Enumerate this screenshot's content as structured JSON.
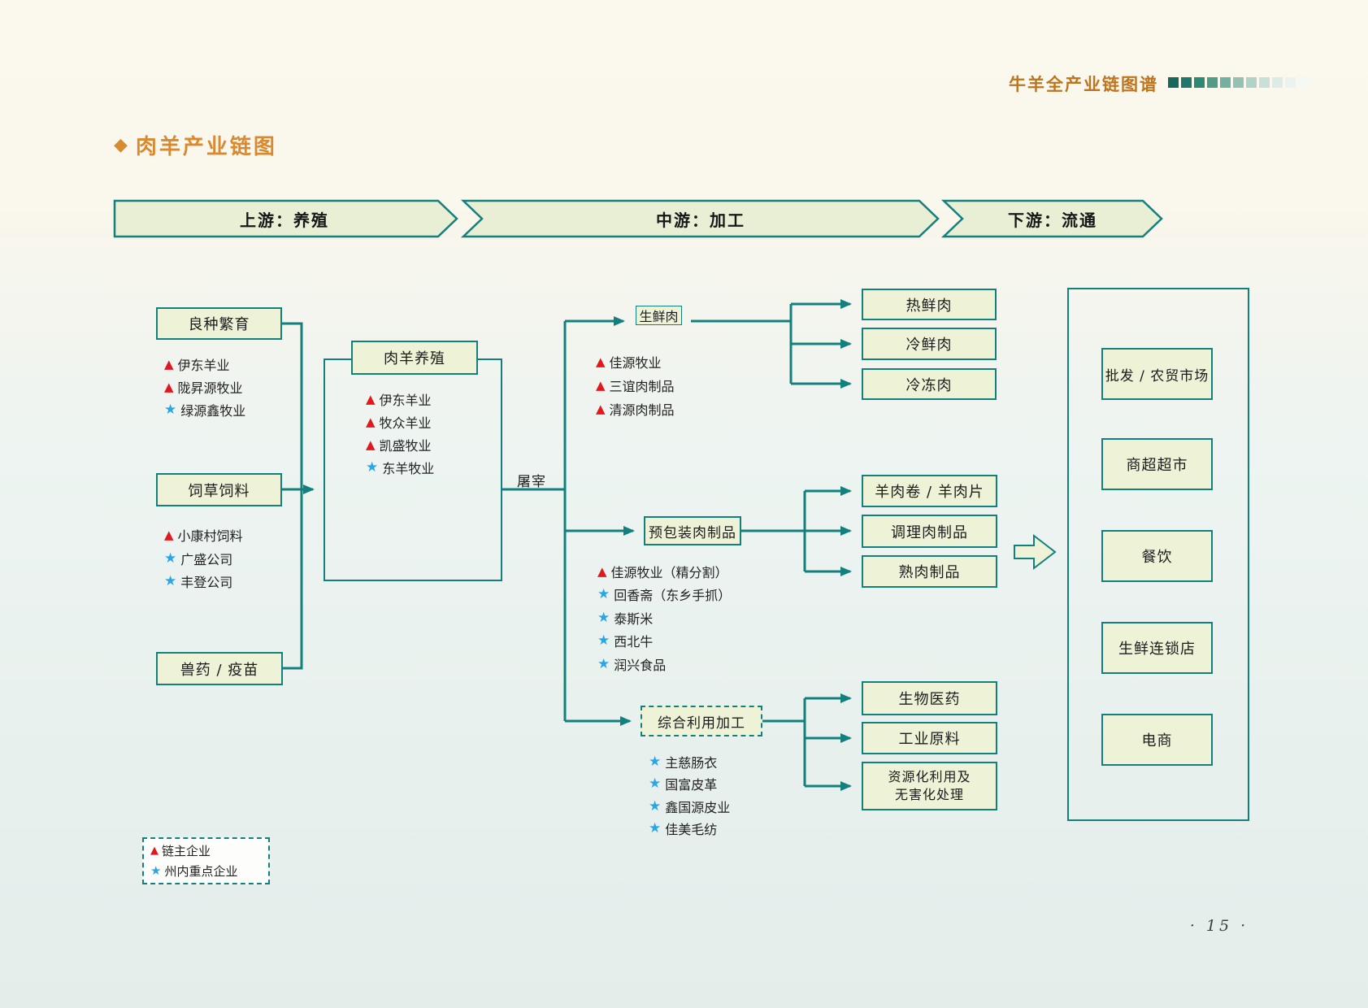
{
  "header": {
    "badge_title": "牛羊全产业链图谱"
  },
  "title": {
    "bullet": "◆",
    "text": "肉羊产业链图"
  },
  "markers": {
    "triangle": "▲",
    "star": "★"
  },
  "banners": [
    {
      "label": "上游：养殖"
    },
    {
      "label": "中游：加工"
    },
    {
      "label": "下游：流通"
    }
  ],
  "upstream": {
    "breeding_box": "良种繁育",
    "breeding_companies": [
      {
        "marker": "triangle",
        "name": "伊东羊业"
      },
      {
        "marker": "triangle",
        "name": "陇昇源牧业"
      },
      {
        "marker": "star",
        "name": "绿源鑫牧业"
      }
    ],
    "feed_box": "饲草饲料",
    "feed_companies": [
      {
        "marker": "triangle",
        "name": "小康村饲料"
      },
      {
        "marker": "star",
        "name": "广盛公司"
      },
      {
        "marker": "star",
        "name": "丰登公司"
      }
    ],
    "medicine_box": "兽药 / 疫苗",
    "raising_box": "肉羊养殖",
    "raising_companies": [
      {
        "marker": "triangle",
        "name": "伊东羊业"
      },
      {
        "marker": "triangle",
        "name": "牧众羊业"
      },
      {
        "marker": "triangle",
        "name": "凯盛牧业"
      },
      {
        "marker": "star",
        "name": "东羊牧业"
      }
    ]
  },
  "slaughter": "屠宰",
  "midstream": {
    "fresh": {
      "label": "生鲜肉",
      "companies": [
        {
          "marker": "triangle",
          "name": "佳源牧业"
        },
        {
          "marker": "triangle",
          "name": "三谊肉制品"
        },
        {
          "marker": "triangle",
          "name": "清源肉制品"
        }
      ],
      "outputs": [
        "热鲜肉",
        "冷鲜肉",
        "冷冻肉"
      ]
    },
    "prepack": {
      "label": "预包装肉制品",
      "companies": [
        {
          "marker": "triangle",
          "name": "佳源牧业（精分割）"
        },
        {
          "marker": "star",
          "name": "回香斋（东乡手抓）"
        },
        {
          "marker": "star",
          "name": "泰斯米"
        },
        {
          "marker": "star",
          "name": "西北牛"
        },
        {
          "marker": "star",
          "name": "润兴食品"
        }
      ],
      "outputs": [
        "羊肉卷 / 羊肉片",
        "调理肉制品",
        "熟肉制品"
      ]
    },
    "comprehensive": {
      "label": "综合利用加工",
      "companies": [
        {
          "marker": "star",
          "name": "主慈肠衣"
        },
        {
          "marker": "star",
          "name": "国富皮革"
        },
        {
          "marker": "star",
          "name": "鑫国源皮业"
        },
        {
          "marker": "star",
          "name": "佳美毛纺"
        }
      ],
      "outputs": [
        "生物医药",
        "工业原料",
        "资源化利用及\n无害化处理"
      ]
    }
  },
  "downstream": {
    "channels": [
      "批发 / 农贸市场",
      "商超超市",
      "餐饮",
      "生鲜连锁店",
      "电商"
    ]
  },
  "legend": {
    "items": [
      {
        "marker": "triangle",
        "label": "链主企业"
      },
      {
        "marker": "star",
        "label": "州内重点企业"
      }
    ]
  },
  "footer": {
    "dot": "·",
    "page_number": "15"
  },
  "colors": {
    "teal": "#14807e",
    "box_fill": "#eef3d8",
    "banner_fill": "#e8efd5",
    "red_triangle": "#e2181f",
    "blue_star": "#2aa6e6",
    "orange_title": "#d9892e",
    "header_squares": [
      "#16695a",
      "#1e7768",
      "#2f8876",
      "#4f9c89",
      "#74b0a1",
      "#93c2b4",
      "#b0d2c7",
      "#c9e0d8",
      "#dcebe5",
      "#eaf3ef",
      "#f4f9f6"
    ]
  }
}
